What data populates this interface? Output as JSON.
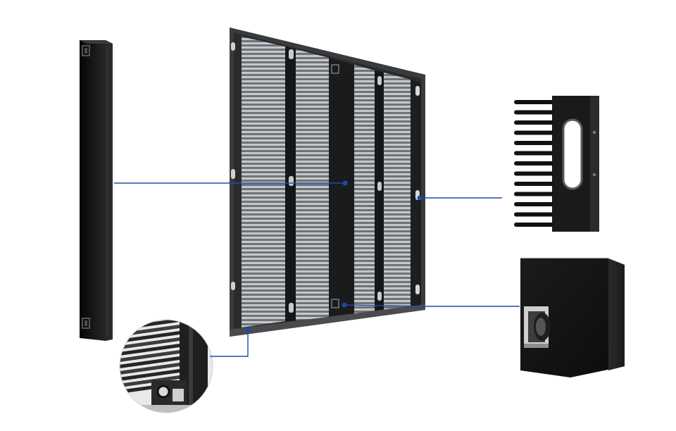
{
  "colors": {
    "background": "#ffffff",
    "callout_line": "#1f4aa8",
    "frame_dark": "#2b2b2b",
    "frame_black": "#111111",
    "grille": "#8a8d92",
    "grille_light": "#c9ccd0",
    "profile_face": "#1a1a1a"
  },
  "parts": [
    {
      "name": "vertical-support-beam"
    },
    {
      "name": "transparent-led-panel"
    },
    {
      "name": "edge-slot-detail"
    },
    {
      "name": "corner-profile-detail"
    },
    {
      "name": "connector-box-detail"
    }
  ]
}
